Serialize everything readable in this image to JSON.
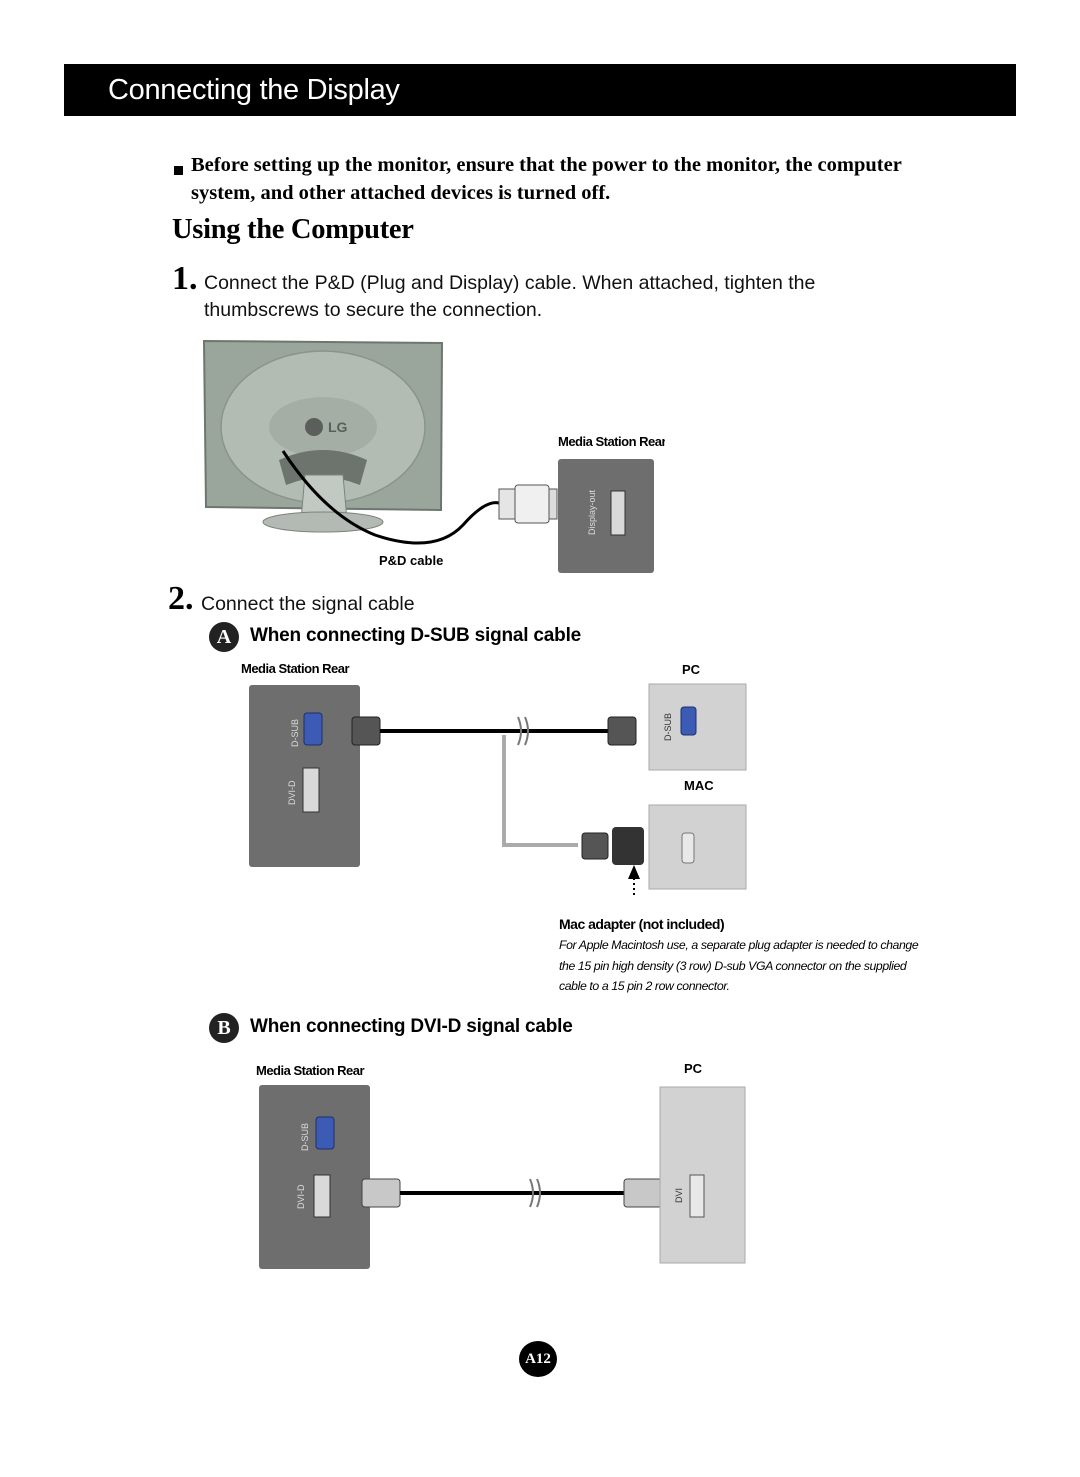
{
  "header": {
    "title": "Connecting the Display"
  },
  "warning": {
    "text": "Before setting up the monitor, ensure that the power to the monitor, the computer system, and other attached devices is turned off."
  },
  "section": {
    "title": "Using the Computer"
  },
  "step1": {
    "number": "1.",
    "text": "Connect the P&D (Plug and Display) cable. When attached, tighten the thumbscrews to secure the connection."
  },
  "figure1": {
    "media_station_label": "Media Station Rear",
    "cable_label": "P&D cable",
    "port_label": "Display-out",
    "logo_text": "LG"
  },
  "step2": {
    "number": "2.",
    "text": "Connect the signal cable"
  },
  "sectionA": {
    "marker": "A",
    "title": "When connecting D-SUB signal cable",
    "media_station_label": "Media Station Rear",
    "pc_label": "PC",
    "mac_label": "MAC",
    "port_dsub": "D-SUB",
    "port_dvid": "DVI-D",
    "adapter_label": "Mac adapter (not included)",
    "adapter_note": "For Apple Macintosh use, a separate plug adapter is needed to change the 15 pin high density (3 row) D-sub VGA connector on the supplied cable to a 15 pin 2 row connector."
  },
  "sectionB": {
    "marker": "B",
    "title": "When connecting DVI-D signal cable",
    "media_station_label": "Media Station Rear",
    "pc_label": "PC",
    "port_dsub": "D-SUB",
    "port_dvid": "DVI-D",
    "port_dvi": "DVI"
  },
  "footer": {
    "page": "A12"
  },
  "colors": {
    "header_bg": "#000000",
    "panel_dark": "#6e6e6e",
    "panel_light": "#d2d2d2",
    "cable": "#000000",
    "dsub_blue": "#3b5bb5"
  }
}
